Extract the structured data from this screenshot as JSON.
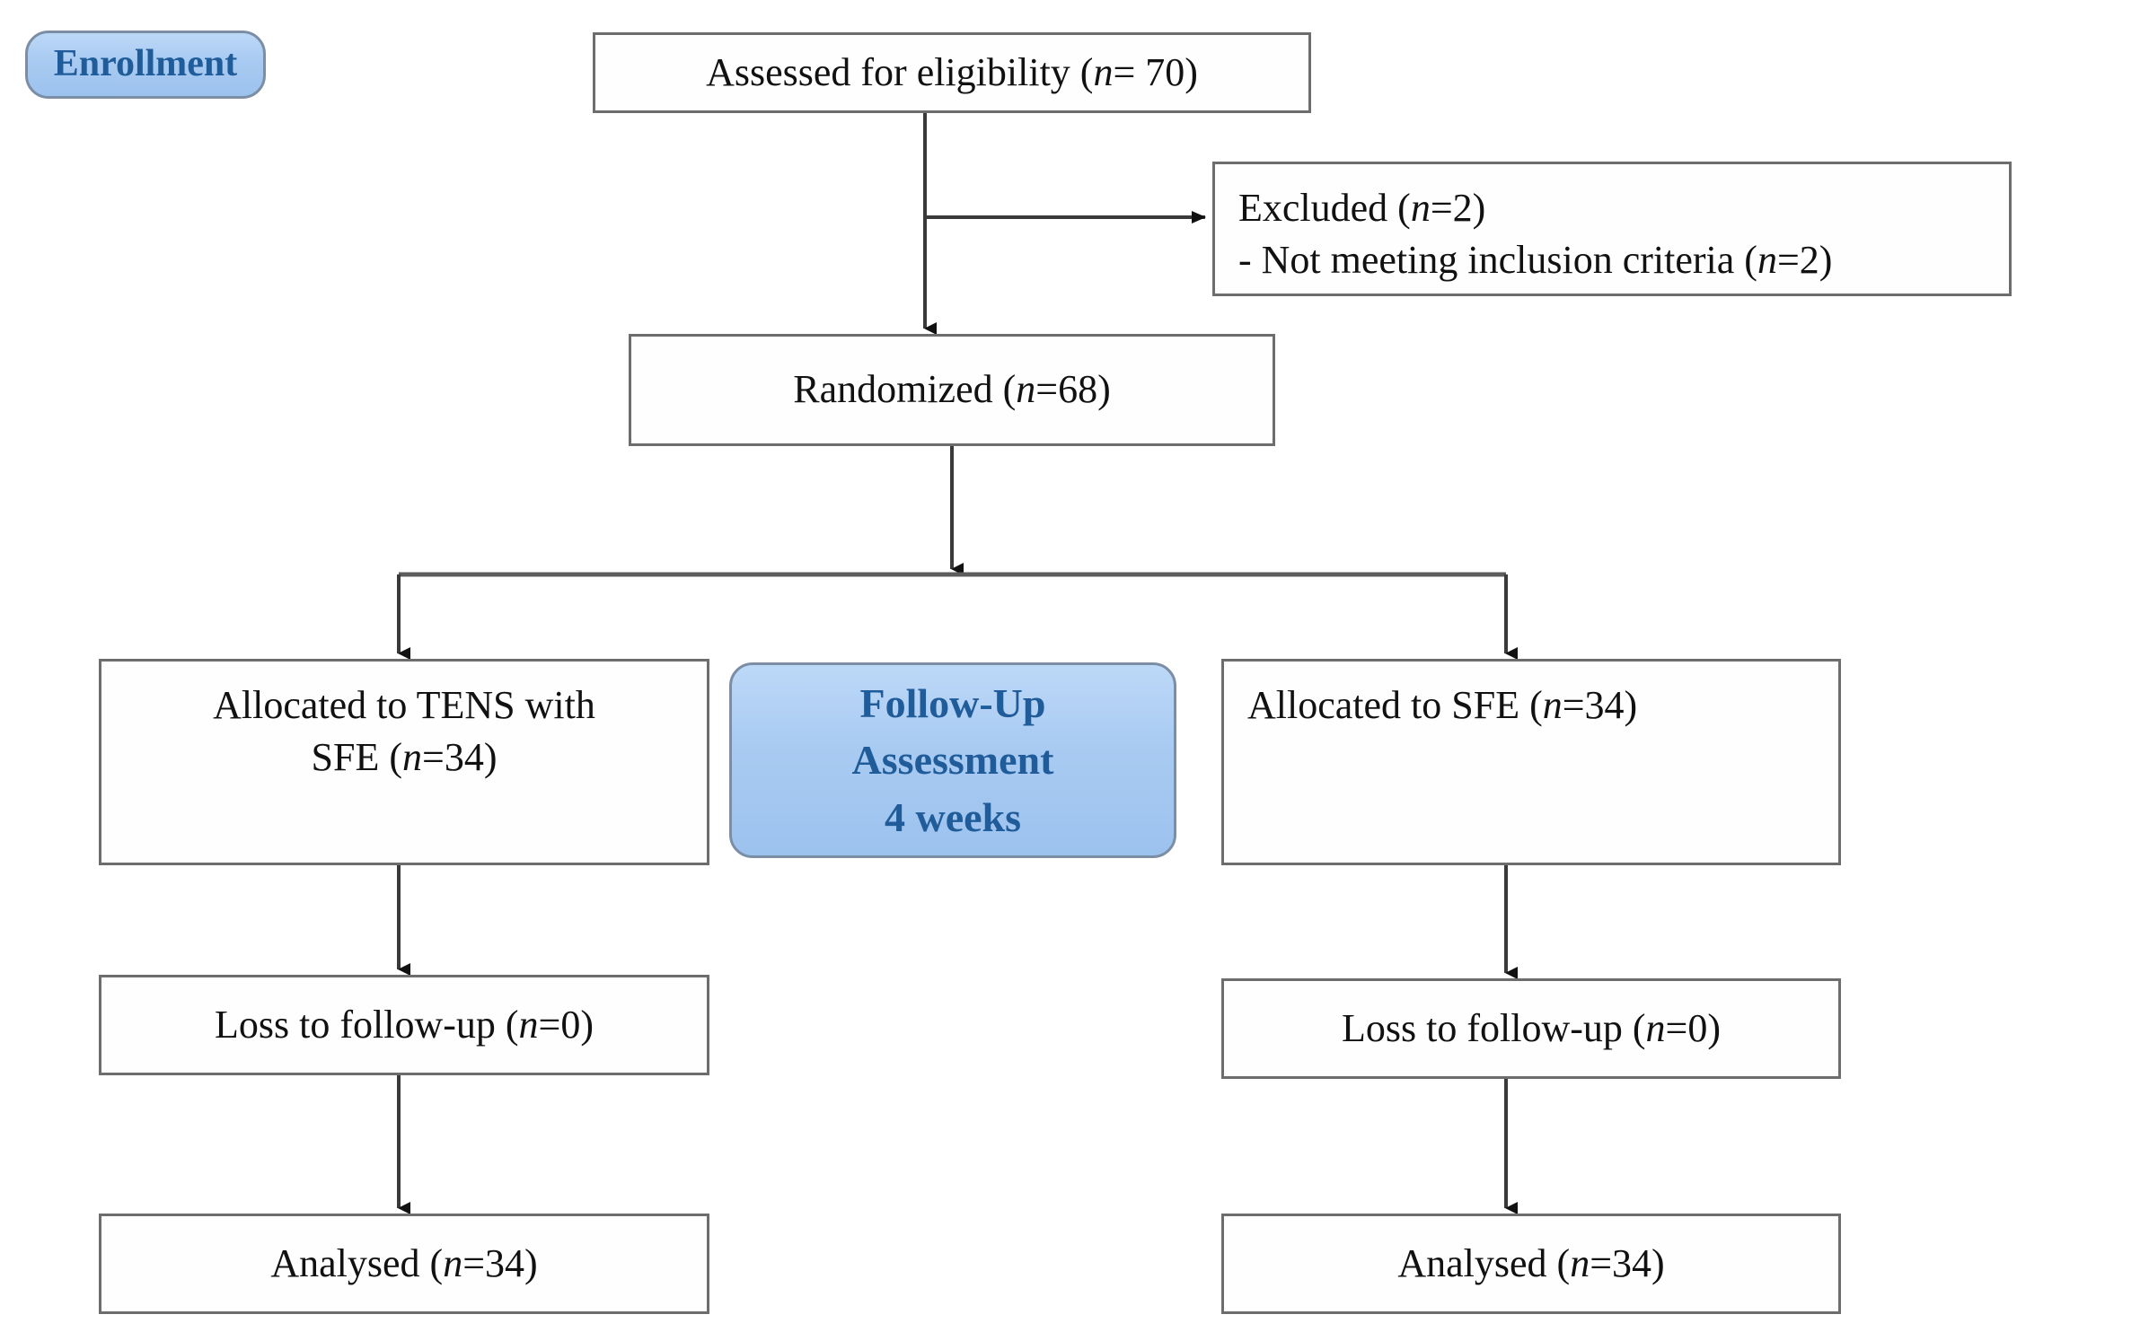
{
  "diagram": {
    "type": "consort-flow-diagram",
    "title": "CONSORT Participant Flow Diagram",
    "accent_blue_fill": "#a9cbf2",
    "accent_blue_text": "#1f5c99",
    "box_border_color": "#6d6d6d",
    "box_fill": "#fefefe",
    "text_color": "#111111",
    "background": "#ffffff"
  },
  "stages": {
    "enrollment_label": "Enrollment",
    "followup_label": "Follow-Up\nAssessment\n4 weeks",
    "followup_line1": "Follow-Up",
    "followup_line2": "Assessment",
    "followup_line3": "4 weeks"
  },
  "nodes": {
    "assessed": {
      "label": "Assessed for eligibility (n= 70)",
      "text_before": "Assessed for eligibility (",
      "n_symbol": "n",
      "text_after": "= 70)",
      "count": 70
    },
    "excluded": {
      "line1_before": "Excluded (",
      "line1_n": "n",
      "line1_after": "=2)",
      "line1": "Excluded (n=2)",
      "line2_before": "- Not meeting inclusion criteria (",
      "line2_n": "n",
      "line2_after": "=2)",
      "line2": "- Not meeting inclusion criteria (n=2)",
      "count": 2
    },
    "randomized": {
      "text_before": "Randomized (",
      "n_symbol": "n",
      "text_after": "=68)",
      "label": "Randomized (n=68)",
      "count": 68
    },
    "allocated_left": {
      "line1": "Allocated to TENS with",
      "line2_before": "SFE (",
      "line2_n": "n",
      "line2_after": "=34)",
      "label": "Allocated to TENS with SFE (n=34)",
      "count": 34
    },
    "allocated_right": {
      "text_before": "Allocated to SFE (",
      "n_symbol": "n",
      "text_after": "=34)",
      "label": "Allocated to SFE (n=34)",
      "count": 34
    },
    "loss_left": {
      "text_before": "Loss to follow-up (",
      "n_symbol": "n",
      "text_after": "=0)",
      "label": "Loss to follow-up (n=0)",
      "count": 0
    },
    "loss_right": {
      "text_before": "Loss to follow-up (",
      "n_symbol": "n",
      "text_after": "=0)",
      "label": "Loss to follow-up (n=0)",
      "count": 0
    },
    "analysed_left": {
      "text_before": "Analysed (",
      "n_symbol": "n",
      "text_after": "=34)",
      "label": "Analysed (n=34)",
      "count": 34
    },
    "analysed_right": {
      "text_before": "Analysed (",
      "n_symbol": "n",
      "text_after": "=34)",
      "label": "Analysed (n=34)",
      "count": 34
    }
  },
  "connectors": [
    {
      "name": "assessed-to-randomized",
      "direction": "down"
    },
    {
      "name": "assessed-to-excluded",
      "direction": "right"
    },
    {
      "name": "randomized-to-split",
      "direction": "down"
    },
    {
      "name": "split-to-allocated-left",
      "direction": "down"
    },
    {
      "name": "split-to-allocated-right",
      "direction": "down"
    },
    {
      "name": "allocated-left-to-loss-left",
      "direction": "down"
    },
    {
      "name": "allocated-right-to-loss-right",
      "direction": "down"
    },
    {
      "name": "loss-left-to-analysed-left",
      "direction": "down"
    },
    {
      "name": "loss-right-to-analysed-right",
      "direction": "down"
    }
  ]
}
